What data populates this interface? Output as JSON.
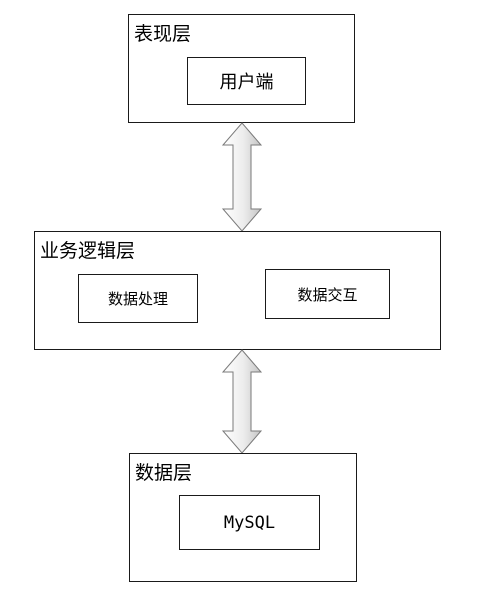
{
  "layers": {
    "presentation": {
      "title": "表现层",
      "components": [
        "用户端"
      ]
    },
    "business": {
      "title": "业务逻辑层",
      "components": [
        "数据处理",
        "数据交互"
      ]
    },
    "data": {
      "title": "数据层",
      "components": [
        "MySQL"
      ]
    }
  },
  "colors": {
    "border": "#1a1a1a",
    "arrow_fill_light": "#ffffff",
    "arrow_fill_dark": "#c8c8c8",
    "arrow_stroke": "#7a7a7a"
  }
}
